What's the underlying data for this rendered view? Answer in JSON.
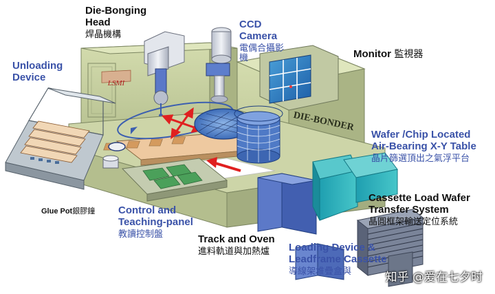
{
  "labels": {
    "die_bonding_head_en": [
      "Die-Bonging",
      "Head"
    ],
    "die_bonding_head_zh": "焊晶機構",
    "ccd_camera_en": [
      "CCD",
      "Camera"
    ],
    "ccd_camera_zh": [
      "電偶合攝影",
      "機"
    ],
    "monitor_en": "Monitor",
    "monitor_zh": "監視器",
    "unloading_device_en": [
      "Unloading",
      "Device"
    ],
    "wafer_table_en": [
      "Wafer /Chip Located",
      "Air-Bearing X-Y Table"
    ],
    "wafer_table_zh": "晶片篩選頂出之氣浮平台",
    "cassette_transfer_en": [
      "Cassette Load Wafer",
      "Transfer System"
    ],
    "cassette_transfer_zh": "晶圓框架輸送定位系統",
    "glue_pot_en": "Glue Pot",
    "glue_pot_zh": "銀膠鐘",
    "control_panel_en": [
      "Control and",
      "Teaching-panel"
    ],
    "control_panel_zh": "教讀控制盤",
    "track_oven_en": "Track and Oven",
    "track_oven_zh": "進料軌道與加熱爐",
    "loading_device_en": [
      "Loading Device &",
      "Leadframe Cassette"
    ],
    "loading_device_zh": "導線架堆疊盒與",
    "machine_logo": "LSMI",
    "machine_brand": "DIE-BONDER",
    "watermark": "知乎 @爱在七夕时"
  },
  "colors": {
    "label_blue": "#3a52a8",
    "label_black": "#111111",
    "machine_body": "#c9d3a2",
    "machine_light": "#dfe6bd",
    "machine_dark": "#9ea878",
    "teal": "#22aeb8",
    "arrow_red": "#e02020",
    "camera_white": "#e6e9ef"
  }
}
